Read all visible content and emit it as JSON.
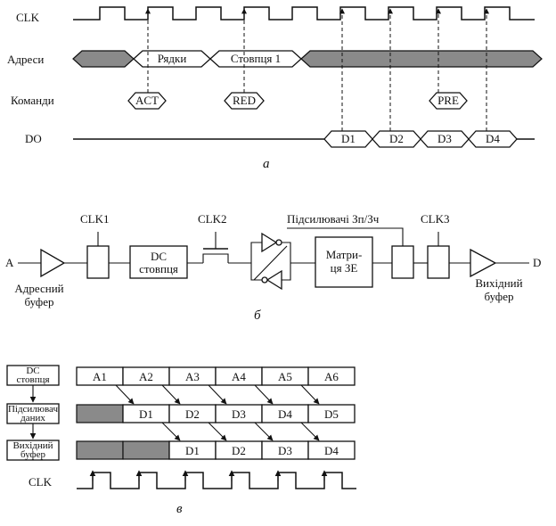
{
  "timing": {
    "clk_label": "CLK",
    "addr_label": "Адреси",
    "cmd_label": "Команди",
    "do_label": "DO",
    "addr_row": "Рядки",
    "addr_col": "Стовпця 1",
    "cmd_act": "ACT",
    "cmd_red": "RED",
    "cmd_pre": "PRE",
    "data": [
      "D1",
      "D2",
      "D3",
      "D4"
    ],
    "caption": "а"
  },
  "block": {
    "input": "A",
    "output": "D",
    "clk1": "CLK1",
    "clk2": "CLK2",
    "clk3": "CLK3",
    "dc_line1": "DC",
    "dc_line2": "стовпця",
    "matrix_line1": "Матри-",
    "matrix_line2": "ця ЗЕ",
    "amp_label": "Підсилювачі Зп/Зч",
    "addr_buf_line1": "Адресний",
    "addr_buf_line2": "буфер",
    "out_buf_line1": "Вихідний",
    "out_buf_line2": "буфер",
    "caption": "б"
  },
  "pipeline": {
    "dc_line1": "DC",
    "dc_line2": "стовпця",
    "amp_line1": "Підсилювач",
    "amp_line2": "даних",
    "out_line1": "Вихідний",
    "out_line2": "буфер",
    "row1": [
      "A1",
      "A2",
      "A3",
      "A4",
      "A5",
      "A6"
    ],
    "row2": [
      "D1",
      "D2",
      "D3",
      "D4",
      "D5"
    ],
    "row3": [
      "D1",
      "D2",
      "D3",
      "D4"
    ],
    "clk_label": "CLK",
    "caption": "в"
  }
}
